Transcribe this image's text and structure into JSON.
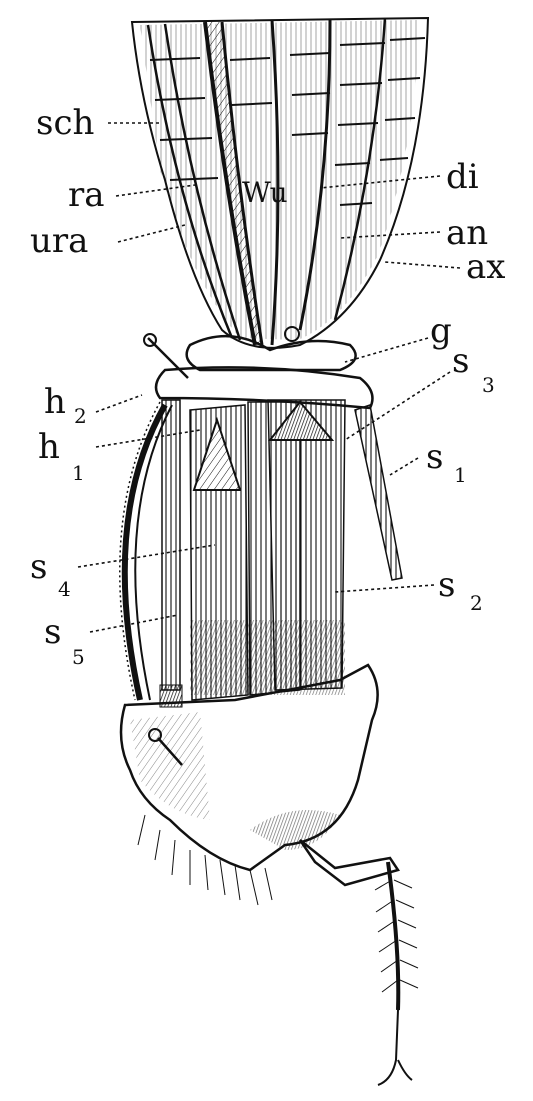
{
  "labels": {
    "sch": "sch",
    "ra": "ra",
    "ura": "ura",
    "wu": "Wu",
    "di": "di",
    "an": "an",
    "ax": "ax",
    "g": "g",
    "s3": {
      "base": "s",
      "sub": "3"
    },
    "h2": {
      "base": "h",
      "sub": "2"
    },
    "h1": {
      "base": "h",
      "sub": "1"
    },
    "s1": {
      "base": "s",
      "sub": "1"
    },
    "s4": {
      "base": "s",
      "sub": "4"
    },
    "s2": {
      "base": "s",
      "sub": "2"
    },
    "s5": {
      "base": "s",
      "sub": "5"
    }
  }
}
